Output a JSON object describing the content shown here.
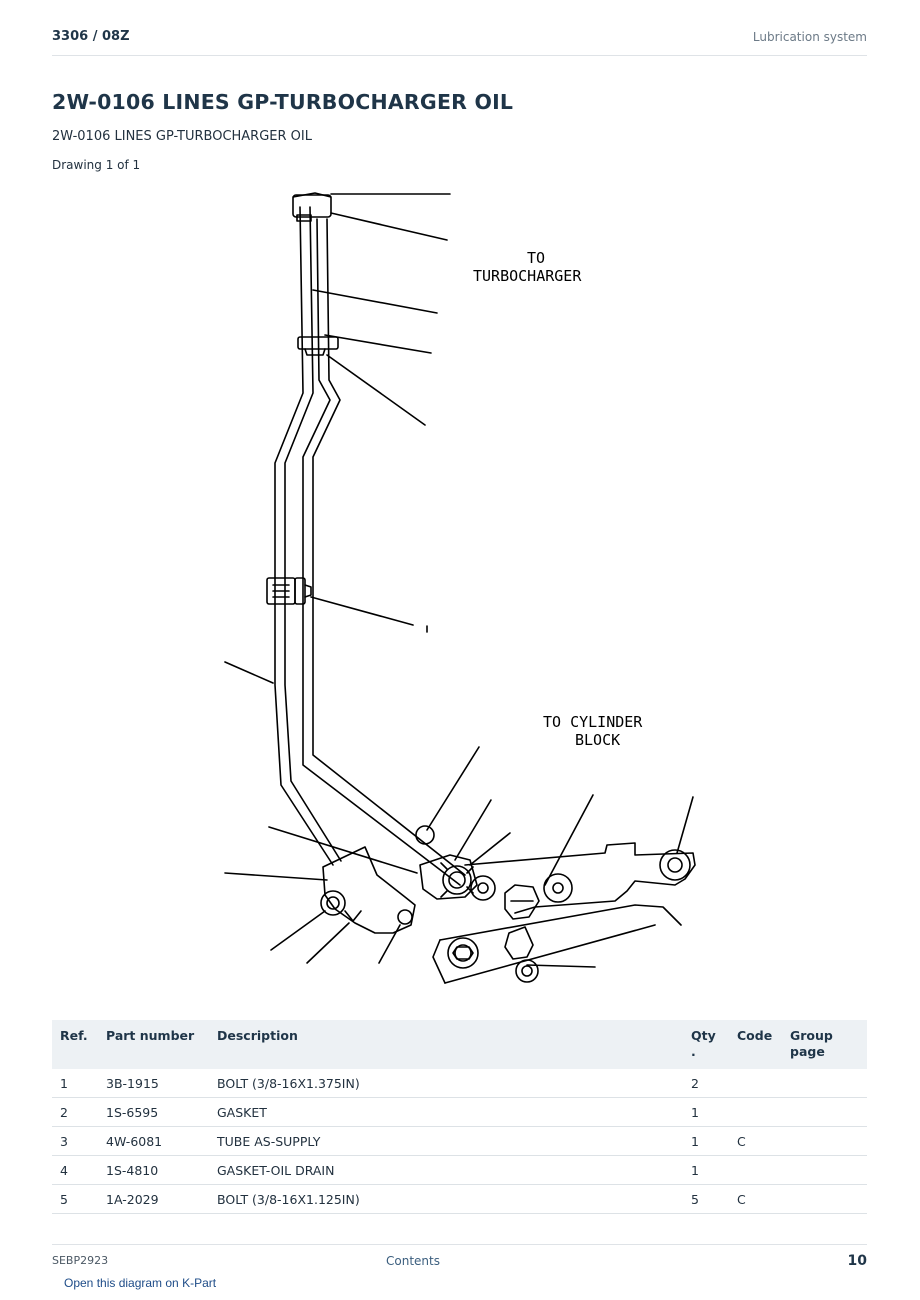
{
  "header": {
    "model": "3306  /  08Z",
    "section": "Lubrication system"
  },
  "title": "2W-0106 LINES GP-TURBOCHARGER OIL",
  "subtitle": "2W-0106 LINES GP-TURBOCHARGER OIL",
  "drawing_count": "Drawing 1 of 1",
  "diagram": {
    "label_turbo_1": "TO",
    "label_turbo_2": "TURBOCHARGER",
    "label_block_1": "TO CYLINDER",
    "label_block_2": "BLOCK"
  },
  "table": {
    "headers": [
      "Ref.",
      "Part number",
      "Description",
      "Qty .",
      "Code",
      "Group page"
    ],
    "rows": [
      [
        "1",
        "3B-1915",
        "BOLT (3/8-16X1.375IN)",
        "2",
        "",
        ""
      ],
      [
        "2",
        "1S-6595",
        "GASKET",
        "1",
        "",
        ""
      ],
      [
        "3",
        "4W-6081",
        "TUBE AS-SUPPLY",
        "1",
        "C",
        ""
      ],
      [
        "4",
        "1S-4810",
        "GASKET-OIL DRAIN",
        "1",
        "",
        ""
      ],
      [
        "5",
        "1A-2029",
        "BOLT (3/8-16X1.125IN)",
        "5",
        "C",
        ""
      ]
    ]
  },
  "footer": {
    "doc_id": "SEBP2923",
    "contents_link": "Contents",
    "page_number": "10"
  },
  "kpart_link": "Open this diagram on K-Part"
}
